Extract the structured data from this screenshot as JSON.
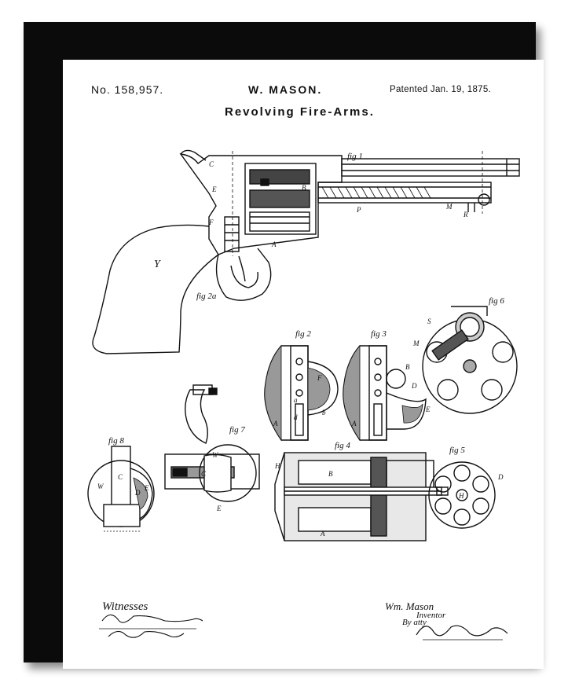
{
  "patent": {
    "number": "No. 158,957.",
    "inventor": "W. MASON.",
    "date": "Patented Jan. 19, 1875.",
    "title": "Revolving Fire-Arms."
  },
  "figures": {
    "fig1": "fig 1",
    "fig2a": "fig 2a",
    "fig2": "fig 2",
    "fig3": "fig 3",
    "fig4": "fig 4",
    "fig5": "fig 5",
    "fig6": "fig 6",
    "fig7": "fig 7",
    "fig8": "fig 8"
  },
  "letters": {
    "Y": "Y",
    "A": "A",
    "B": "B",
    "C": "C",
    "D": "D",
    "E": "E",
    "F": "F",
    "H": "H",
    "M": "M",
    "P": "P",
    "R": "R",
    "S": "S",
    "W": "W",
    "a": "a",
    "b": "b",
    "d": "d"
  },
  "signatures": {
    "witnesses": "Witnesses",
    "inventor_name": "Wm. Mason",
    "inventor_role": "Inventor",
    "by_atty": "By atty"
  },
  "colors": {
    "frame": "#0b0b0b",
    "paper": "#ffffff",
    "ink": "#111111"
  }
}
